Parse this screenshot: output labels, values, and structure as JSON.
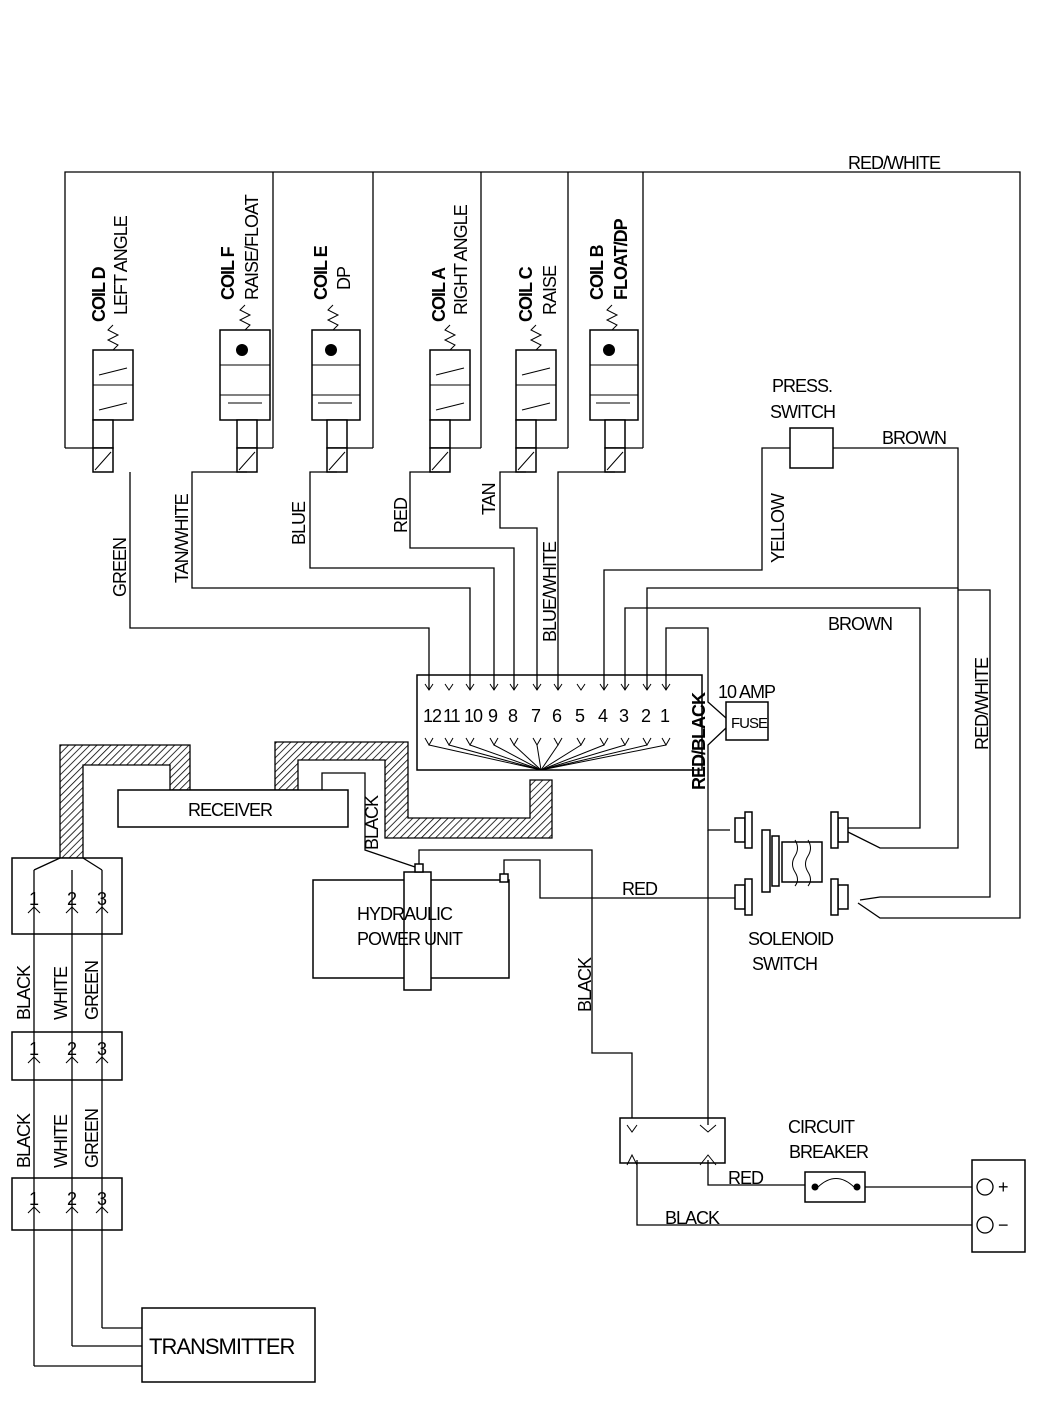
{
  "coils": [
    {
      "title": "COIL D",
      "desc": "LEFT ANGLE"
    },
    {
      "title": "COIL F",
      "desc": "RAISE/FLOAT"
    },
    {
      "title": "COIL E",
      "desc": "DP"
    },
    {
      "title": "COIL A",
      "desc": "RIGHT ANGLE"
    },
    {
      "title": "COIL C",
      "desc": "RAISE"
    },
    {
      "title": "COIL B",
      "desc": "FLOAT/DP"
    }
  ],
  "wires": {
    "red_white_top": "RED/WHITE",
    "green": "GREEN",
    "tan_white": "TAN/WHITE",
    "blue": "BLUE",
    "red": "RED",
    "tan": "TAN",
    "blue_white": "BLUE/WHITE",
    "yellow": "YELLOW",
    "brown_top": "BROWN",
    "brown_mid": "BROWN",
    "red_black": "RED/BLACK",
    "red_white_right": "RED/WHITE",
    "black_receiver": "BLACK",
    "red_solenoid": "RED",
    "black_long": "BLACK",
    "red_bottom": "RED",
    "black_bottom": "BLACK"
  },
  "components": {
    "press_switch": [
      "PRESS.",
      "SWITCH"
    ],
    "fuse_rating": "10 AMP",
    "fuse": "FUSE",
    "receiver": "RECEIVER",
    "hydraulic": [
      "HYDRAULIC",
      "POWER UNIT"
    ],
    "solenoid": [
      "SOLENOID",
      "SWITCH"
    ],
    "circuit_breaker": [
      "CIRCUIT",
      "BREAKER"
    ],
    "transmitter": "TRANSMITTER",
    "battery_pos": "+",
    "battery_neg": "−"
  },
  "terminal_strip": [
    "12",
    "11",
    "10",
    "9",
    "8",
    "7",
    "6",
    "5",
    "4",
    "3",
    "2",
    "1"
  ],
  "cable": {
    "pins": [
      "1",
      "2",
      "3"
    ],
    "colors": [
      "BLACK",
      "WHITE",
      "GREEN"
    ]
  }
}
